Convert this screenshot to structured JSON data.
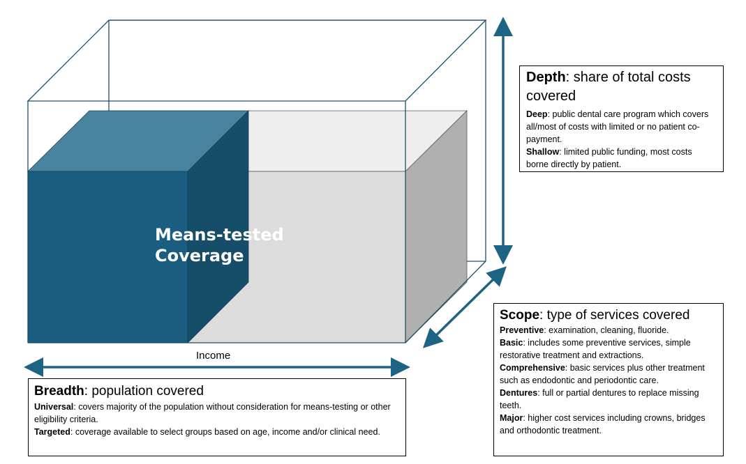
{
  "colors": {
    "cube_front": "#1a5d80",
    "cube_top": "#48849f",
    "cube_side": "#164d69",
    "light_front": "#dcdcdc",
    "light_side": "#b0b0b0",
    "arrow": "#1c6384",
    "outline": "#1e4e6a"
  },
  "cube": {
    "label_line1": "Means-tested",
    "label_line2": "Coverage"
  },
  "axis": {
    "income_label": "Income"
  },
  "depth": {
    "title": "Depth",
    "subtitle": ": share of total costs covered",
    "items": [
      {
        "term": "Deep",
        "text": ": public dental care program which covers all/most of costs with limited or no patient co-payment."
      },
      {
        "term": "Shallow",
        "text": ": limited public funding, most costs borne directly by patient."
      }
    ]
  },
  "scope": {
    "title": "Scope",
    "subtitle": ": type of services covered",
    "items": [
      {
        "term": "Preventive",
        "text": ": examination, cleaning, fluoride."
      },
      {
        "term": "Basic",
        "text": ": includes some preventive services, simple restorative treatment and extractions."
      },
      {
        "term": "Comprehensive",
        "text": ": basic services plus other treatment such as endodontic and periodontic care."
      },
      {
        "term": "Dentures",
        "text": ": full or partial dentures to replace missing teeth."
      },
      {
        "term": "Major",
        "text": ": higher cost services including crowns, bridges and orthodontic treatment."
      }
    ]
  },
  "breadth": {
    "title": "Breadth",
    "subtitle": ": population covered",
    "items": [
      {
        "term": "Universal",
        "text": ": covers majority of the population without consideration for means-testing or other eligibility criteria."
      },
      {
        "term": "Targeted",
        "text": ": coverage available to select groups based on age, income and/or clinical need."
      }
    ]
  }
}
